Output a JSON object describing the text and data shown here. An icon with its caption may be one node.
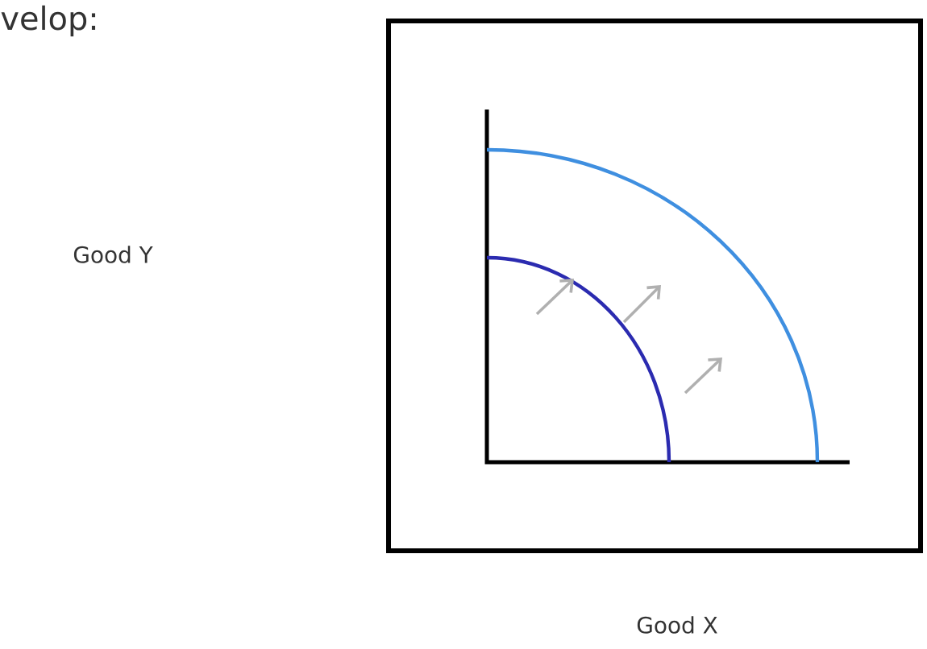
{
  "diagram": {
    "labels": [
      "velop:",
      "Good Y",
      "Good X"
    ]
  }
}
